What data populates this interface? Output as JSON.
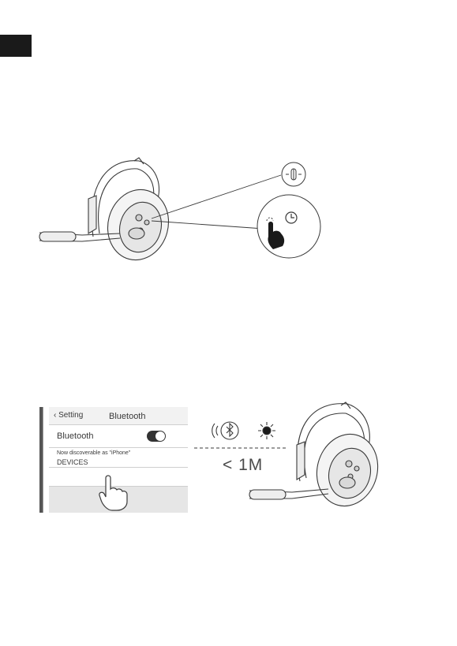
{
  "phone_screen": {
    "back_label": "Setting",
    "title": "Bluetooth",
    "bluetooth_label": "Bluetooth",
    "toggle_on": true,
    "discoverable_text": "Now discoverable as \"iPhone\"",
    "devices_header": "DEVICES"
  },
  "pairing": {
    "distance_label": "< 1M"
  },
  "icons": [
    "bluetooth-signal-icon",
    "led-flash-icon",
    "multifunction-button-icon",
    "press-hold-icon",
    "clock-icon",
    "hand-tap-icon"
  ],
  "colors": {
    "tab": "#1a1a1a",
    "line": "#3a3a3a",
    "screen_bg": "#f2f2f2",
    "toggle": "#333333"
  }
}
